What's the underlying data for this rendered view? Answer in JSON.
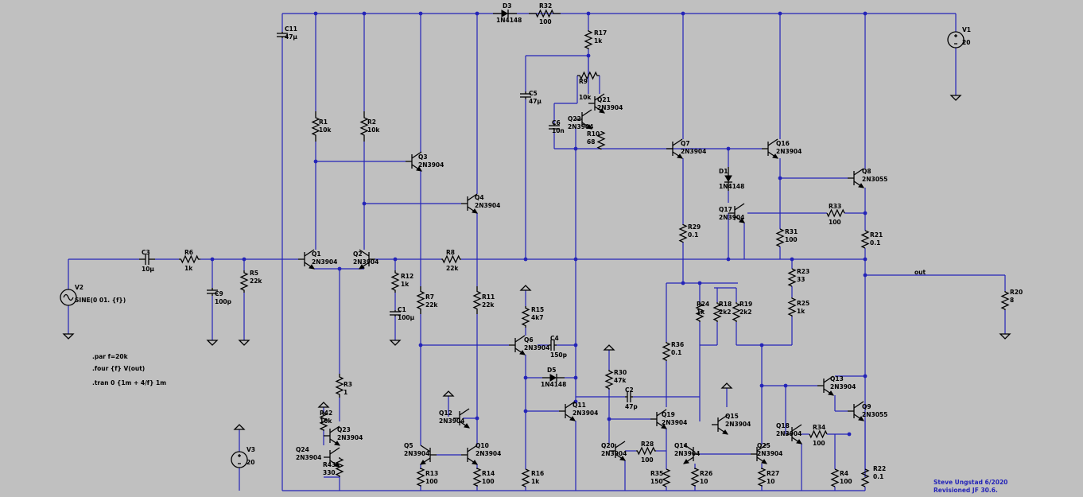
{
  "schematic": {
    "background": "#c0c0c0",
    "wire_color": "#2424b8",
    "component_color": "#000000",
    "components": [
      {
        "ref": "R1",
        "value": "10k"
      },
      {
        "ref": "R2",
        "value": "10k"
      },
      {
        "ref": "R3",
        "value": "1"
      },
      {
        "ref": "R4",
        "value": "100"
      },
      {
        "ref": "R5",
        "value": "22k"
      },
      {
        "ref": "R6",
        "value": "1k"
      },
      {
        "ref": "R7",
        "value": "22k"
      },
      {
        "ref": "R8",
        "value": "22k"
      },
      {
        "ref": "R9",
        "value": "10k"
      },
      {
        "ref": "R10",
        "value": "68"
      },
      {
        "ref": "R11",
        "value": "22k"
      },
      {
        "ref": "R12",
        "value": "1k"
      },
      {
        "ref": "R13",
        "value": "100"
      },
      {
        "ref": "R14",
        "value": "100"
      },
      {
        "ref": "R15",
        "value": "4k7"
      },
      {
        "ref": "R16",
        "value": "1k"
      },
      {
        "ref": "R17",
        "value": "1k"
      },
      {
        "ref": "R18",
        "value": "2k2"
      },
      {
        "ref": "R19",
        "value": "2k2"
      },
      {
        "ref": "R20",
        "value": "8"
      },
      {
        "ref": "R21",
        "value": "0.1"
      },
      {
        "ref": "R22",
        "value": "0.1"
      },
      {
        "ref": "R23",
        "value": "33"
      },
      {
        "ref": "R24",
        "value": "1k"
      },
      {
        "ref": "R25",
        "value": "1k"
      },
      {
        "ref": "R26",
        "value": "10"
      },
      {
        "ref": "R27",
        "value": "10"
      },
      {
        "ref": "R28",
        "value": "100"
      },
      {
        "ref": "R29",
        "value": "0.1"
      },
      {
        "ref": "R30",
        "value": "47k"
      },
      {
        "ref": "R31",
        "value": "100"
      },
      {
        "ref": "R32",
        "value": "100"
      },
      {
        "ref": "R33",
        "value": "100"
      },
      {
        "ref": "R34",
        "value": "100"
      },
      {
        "ref": "R35",
        "value": "150"
      },
      {
        "ref": "R36",
        "value": "0.1"
      },
      {
        "ref": "R42",
        "value": "10k"
      },
      {
        "ref": "R43",
        "value": "330"
      },
      {
        "ref": "C1",
        "value": "100µ"
      },
      {
        "ref": "C2",
        "value": "47p"
      },
      {
        "ref": "C3",
        "value": "10µ"
      },
      {
        "ref": "C4",
        "value": "150p"
      },
      {
        "ref": "C5",
        "value": "47µ"
      },
      {
        "ref": "C6",
        "value": "10n"
      },
      {
        "ref": "C9",
        "value": "100p"
      },
      {
        "ref": "C11",
        "value": "47µ"
      },
      {
        "ref": "D1",
        "value": "1N4148"
      },
      {
        "ref": "D3",
        "value": "1N4148"
      },
      {
        "ref": "D5",
        "value": "1N4148"
      },
      {
        "ref": "Q1",
        "value": "2N3904"
      },
      {
        "ref": "Q2",
        "value": "2N3904"
      },
      {
        "ref": "Q3",
        "value": "2N3904"
      },
      {
        "ref": "Q4",
        "value": "2N3904"
      },
      {
        "ref": "Q5",
        "value": "2N3904"
      },
      {
        "ref": "Q6",
        "value": "2N3904"
      },
      {
        "ref": "Q7",
        "value": "2N3904"
      },
      {
        "ref": "Q8",
        "value": "2N3055"
      },
      {
        "ref": "Q9",
        "value": "2N3055"
      },
      {
        "ref": "Q10",
        "value": "2N3904"
      },
      {
        "ref": "Q11",
        "value": "2N3904"
      },
      {
        "ref": "Q12",
        "value": "2N3904"
      },
      {
        "ref": "Q13",
        "value": "2N3904"
      },
      {
        "ref": "Q14",
        "value": "2N3904"
      },
      {
        "ref": "Q15",
        "value": "2N3904"
      },
      {
        "ref": "Q16",
        "value": "2N3904"
      },
      {
        "ref": "Q17",
        "value": "2N3904"
      },
      {
        "ref": "Q18",
        "value": "2N3904"
      },
      {
        "ref": "Q19",
        "value": "2N3904"
      },
      {
        "ref": "Q20",
        "value": "2N3904"
      },
      {
        "ref": "Q21",
        "value": "2N3904"
      },
      {
        "ref": "Q22",
        "value": "2N3904"
      },
      {
        "ref": "Q23",
        "value": "2N3904"
      },
      {
        "ref": "Q24",
        "value": "2N3904"
      },
      {
        "ref": "Q25",
        "value": "2N3904"
      },
      {
        "ref": "V1",
        "value": "20"
      },
      {
        "ref": "V2",
        "value": "SINE(0 01. {f})"
      },
      {
        "ref": "V3",
        "value": "20"
      }
    ],
    "net_labels": [
      "out"
    ],
    "directives": [
      ".par f=20k",
      ".four {f} V(out)",
      ".tran 0 {1m + 4/f} 1m"
    ],
    "credits": [
      "Steve Ungstad 6/2020",
      "Revisioned JF 30.6."
    ]
  }
}
